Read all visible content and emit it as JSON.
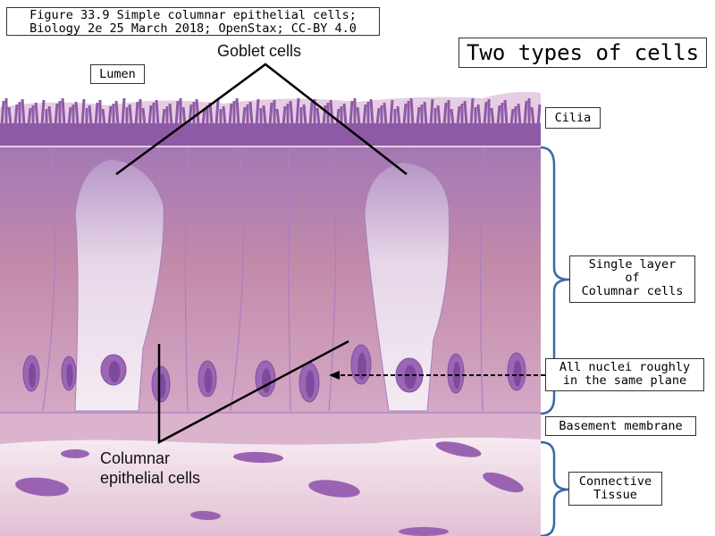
{
  "caption": {
    "line1": "Figure 33.9 Simple columnar epithelial cells;",
    "line2": "Biology 2e 25 March 2018; OpenStax; CC-BY 4.0"
  },
  "title": "Two types of cells",
  "labels": {
    "lumen": "Lumen",
    "goblet_cells": "Goblet cells",
    "columnar_line1": "Columnar",
    "columnar_line2": "epithelial cells",
    "cilia": "Cilia",
    "single_layer": "Single layer\nof\nColumnar cells",
    "nuclei": "All nuclei roughly\nin the same plane",
    "basement": "Basement membrane",
    "connective": "Connective\nTissue"
  },
  "colors": {
    "brace": "#3d67a6",
    "cell": "#b884b8",
    "nucleus": "#8a55a8",
    "cilia": "#8e5aa6"
  }
}
